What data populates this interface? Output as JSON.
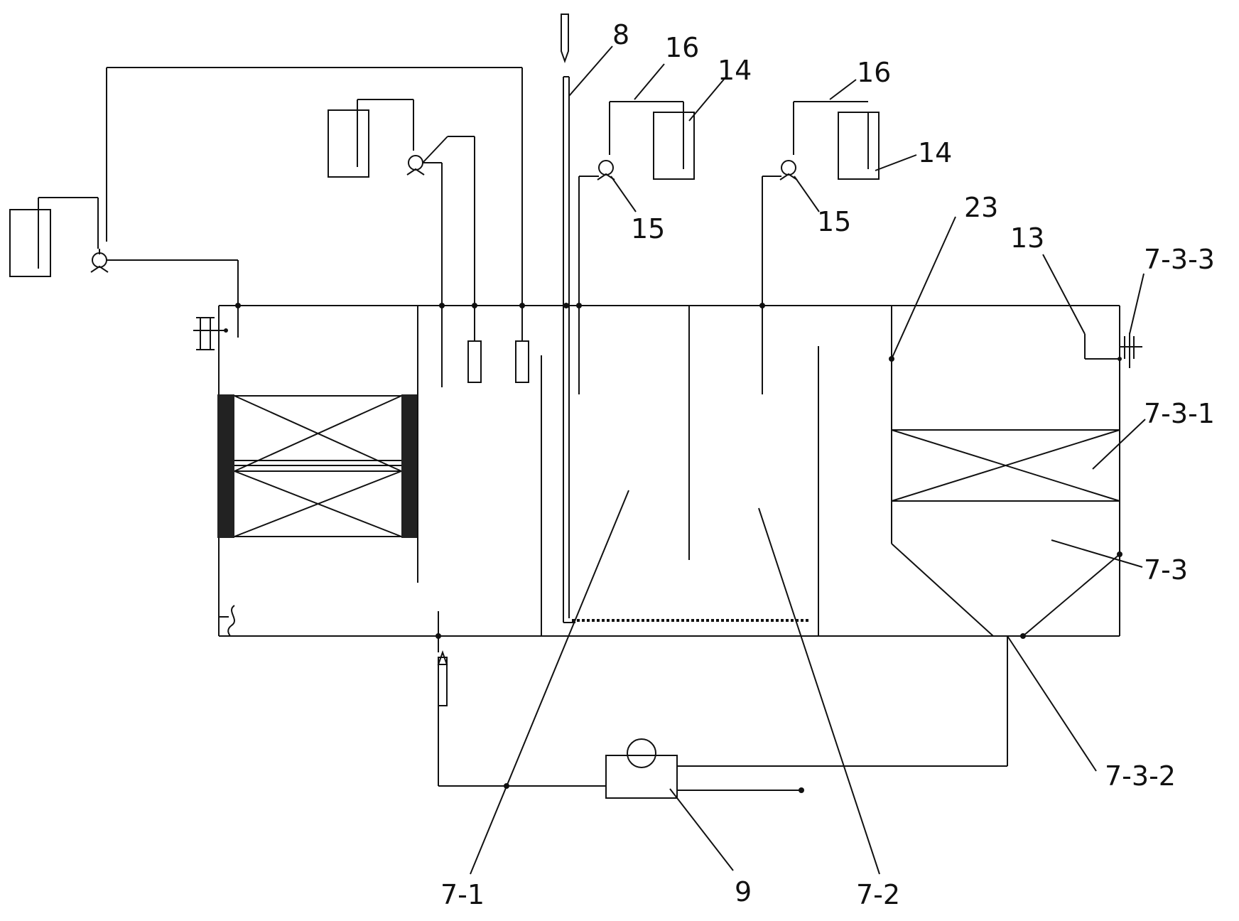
{
  "labels": {
    "l_8": "8",
    "l_16a": "16",
    "l_16b": "16",
    "l_14a": "14",
    "l_14b": "14",
    "l_15a": "15",
    "l_15b": "15",
    "l_23": "23",
    "l_13": "13",
    "l_733": "7-3-3",
    "l_731": "7-3-1",
    "l_73": "7-3",
    "l_732": "7-3-2",
    "l_71": "7-1",
    "l_9": "9",
    "l_72": "7-2"
  }
}
